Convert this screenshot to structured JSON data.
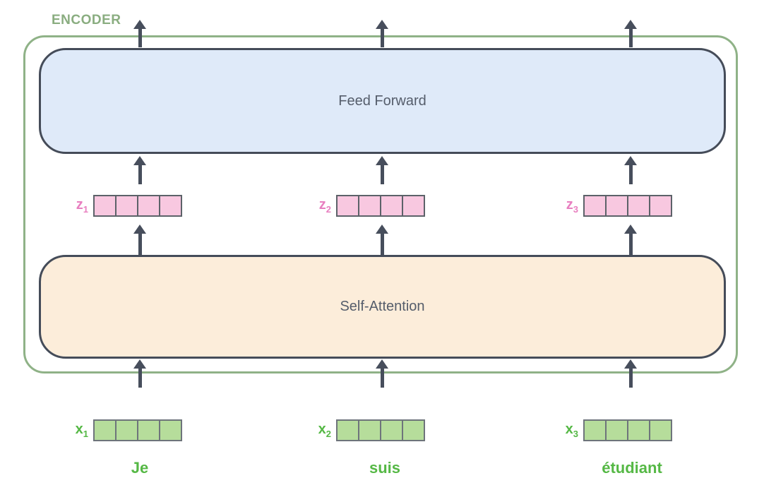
{
  "diagram": {
    "encoder_label": "ENCODER",
    "feed_forward_label": "Feed Forward",
    "self_attention_label": "Self-Attention",
    "z_vectors": [
      {
        "base": "z",
        "sub": "1"
      },
      {
        "base": "z",
        "sub": "2"
      },
      {
        "base": "z",
        "sub": "3"
      }
    ],
    "x_vectors": [
      {
        "base": "x",
        "sub": "1"
      },
      {
        "base": "x",
        "sub": "2"
      },
      {
        "base": "x",
        "sub": "3"
      }
    ],
    "tokens": [
      "Je",
      "suis",
      "étudiant"
    ],
    "cells_per_vector": 4,
    "colors": {
      "encoder_border": "#8FB287",
      "encoder_label_text": "#8AAD80",
      "feed_forward_fill": "#DFEAF9",
      "self_attention_fill": "#FCEDDA",
      "block_border": "#454C59",
      "block_text": "#555D6B",
      "arrow": "#474E5C",
      "z_cell_fill": "#F8C8E0",
      "z_label_text": "#E87FC0",
      "x_cell_fill": "#B6DD9B",
      "x_label_text": "#55B845",
      "token_text": "#55B845"
    }
  }
}
